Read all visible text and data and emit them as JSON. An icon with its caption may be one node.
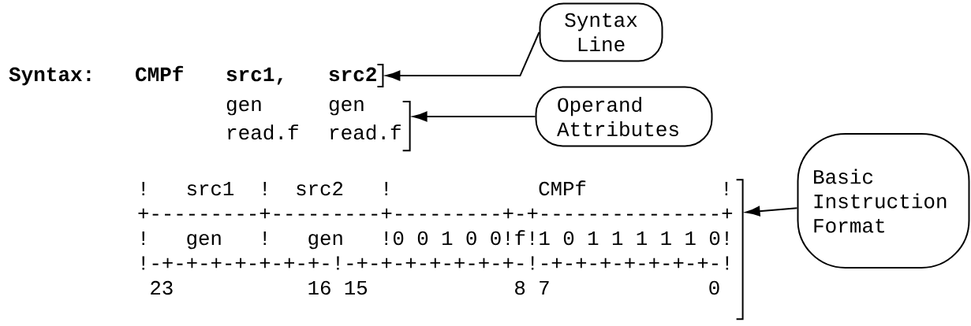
{
  "diagram": {
    "nodes": [
      {
        "text": [
          "Syntax Line"
        ]
      },
      {
        "text": [
          "Operand Attributes"
        ]
      },
      {
        "text": [
          "Basic Instruction Format"
        ]
      },
      {
        "text": [
          "Syntax:",
          "CMPf",
          "src1,",
          "src2"
        ]
      },
      {
        "text": [
          "gen",
          "gen",
          "read.f",
          "read.f"
        ]
      },
      {
        "text": [
          "!",
          "src1",
          "!",
          "src2",
          "!",
          "CMPf",
          "!",
          "+---------+---------+---------+-+---------------+",
          "!",
          "gen",
          "!",
          "gen",
          "!0 0 1 0 0!f!1 0 1 1 1 1 1 0!",
          "!-+-+-+-+-+-+-+-!-+-+-+-+-+-+-+-!-+-+-+-+-+-+-+-!",
          "23",
          "16",
          "15",
          "8",
          "7",
          "0"
        ]
      }
    ],
    "edges": [
      {
        "from": 0,
        "to": 3,
        "arrow": "to"
      },
      {
        "from": 1,
        "to": 4,
        "arrow": "to"
      },
      {
        "from": 2,
        "to": 5,
        "arrow": "to"
      }
    ]
  }
}
